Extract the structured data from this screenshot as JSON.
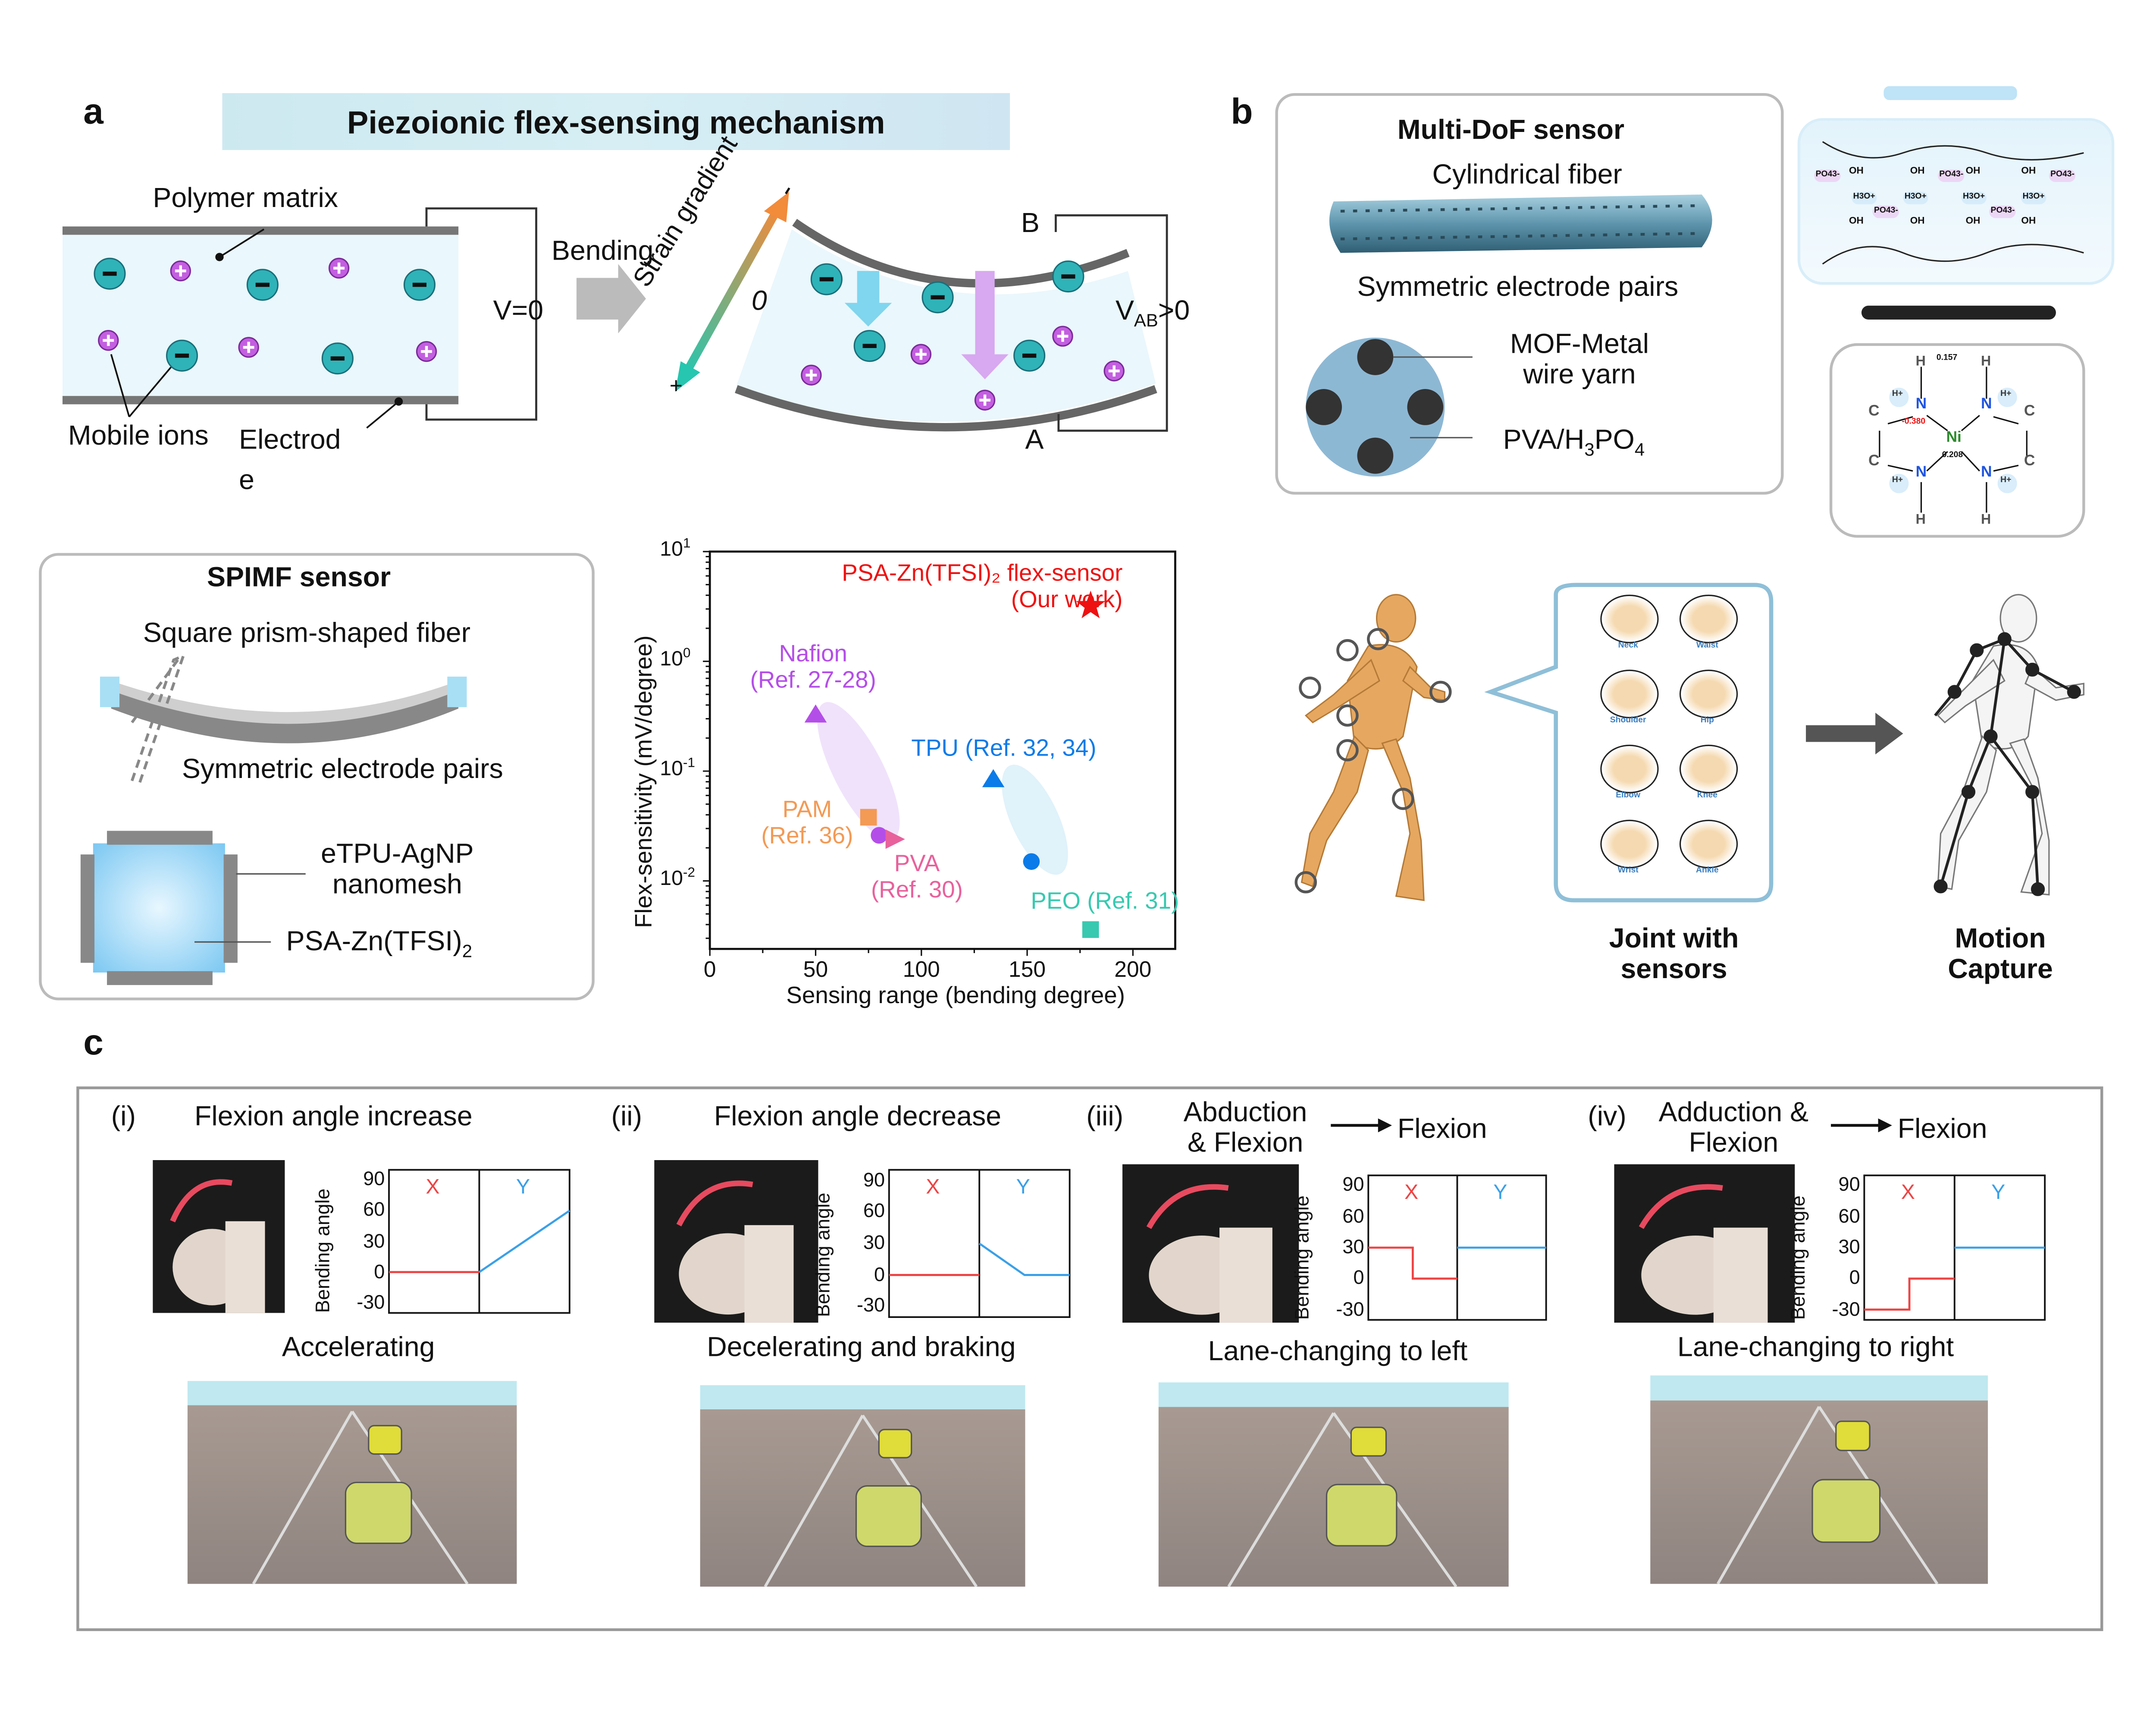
{
  "panel_labels": {
    "a": "a",
    "b": "b",
    "c": "c"
  },
  "a": {
    "title": "Piezoionic flex-sensing mechanism",
    "polymer_matrix": "Polymer matrix",
    "mobile_ions": "Mobile ions",
    "electrode": "Electrode",
    "v0": "V=0",
    "bending": "Bending",
    "strain_gradient": "Strain gradient",
    "grad_minus": "-",
    "grad_zero": "0",
    "grad_plus": "+",
    "point_b": "B",
    "point_a": "A",
    "vab": {
      "main": "V",
      "sub": "AB",
      "rest": ">0"
    },
    "ion_neg": "−",
    "ion_pos": "+",
    "spimf": {
      "title": "SPIMF sensor",
      "fiber": "Square prism-shaped fiber",
      "electrode_pairs": "Symmetric electrode pairs",
      "etpu": "eTPU-AgNP\nnanomesh",
      "etpu_line1": "eTPU-AgNP",
      "etpu_line2": "nanomesh",
      "psa": {
        "main": "PSA-Zn(TFSI)",
        "sub": "2"
      }
    }
  },
  "b": {
    "title": "Multi-DoF sensor",
    "fiber": "Cylindrical fiber",
    "electrode_pairs": "Symmetric electrode pairs",
    "mof_line1": "MOF-Metal",
    "mof_line2": "wire yarn",
    "pva": {
      "main": "PVA/H",
      "sub1": "3",
      "mid": "PO",
      "sub2": "4"
    },
    "pva_chem": {
      "oh": "OH",
      "h3o": "H3O+",
      "po4": "PO43-"
    },
    "complex": {
      "h": "H",
      "n": "N",
      "c": "C",
      "ni": "Ni",
      "hplus": "H+",
      "q1": "0.157",
      "q2": "-0.380",
      "q3": "0.208"
    },
    "joints": [
      "Neck",
      "Waist",
      "Shoulder",
      "Hip",
      "Elbow",
      "Knee",
      "Wrist",
      "Ankle"
    ],
    "joint_with_sensors": [
      "Joint with",
      "sensors"
    ],
    "motion_capture": [
      "Motion",
      "Capture"
    ]
  },
  "c": {
    "panels": [
      {
        "index": "(i)",
        "title": [
          "Flexion angle increase"
        ],
        "caption": "Accelerating"
      },
      {
        "index": "(ii)",
        "title": [
          "Flexion angle decrease"
        ],
        "caption": "Decelerating and braking"
      },
      {
        "index": "(iii)",
        "title": [
          "Abduction",
          "& Flexion"
        ],
        "arrow_to": "Flexion",
        "caption": "Lane-changing to left"
      },
      {
        "index": "(iv)",
        "title": [
          "Adduction &",
          "Flexion"
        ],
        "arrow_to": "Flexion",
        "caption": "Lane-changing to right"
      }
    ],
    "ylabel": "Bending angle",
    "yticks": [
      "90",
      "60",
      "30",
      "0",
      "-30"
    ],
    "x_label": "X",
    "y_label": "Y"
  },
  "colors": {
    "x_series": "#ee4444",
    "y_series": "#3aa0e8",
    "nafion": "#b44ee8",
    "pam": "#f39a55",
    "pva": "#e8619c",
    "tpu": "#0a7be8",
    "peo": "#38c9b0",
    "ours": "#ee1111"
  },
  "chart_data": [
    {
      "type": "scatter",
      "xlabel": "Sensing range (bending degree)",
      "ylabel": "Flex-sensitivity (mV/degree)",
      "xlim": [
        0,
        220
      ],
      "ylim": [
        0.0024,
        10
      ],
      "yscale": "log",
      "xticks": [
        "0",
        "50",
        "100",
        "150",
        "200"
      ],
      "yticks": [
        {
          "base": "10",
          "exp": "1"
        },
        {
          "base": "10",
          "exp": "0"
        },
        {
          "base": "10",
          "exp": "-1"
        },
        {
          "base": "10",
          "exp": "-2"
        }
      ],
      "points": [
        {
          "group": "nafion",
          "marker": "triangle",
          "x": 50,
          "y": 0.33
        },
        {
          "group": "nafion",
          "marker": "circle",
          "x": 80,
          "y": 0.026
        },
        {
          "group": "pam",
          "marker": "square",
          "x": 75,
          "y": 0.038
        },
        {
          "group": "pva",
          "marker": "triangle-right",
          "x": 87,
          "y": 0.024
        },
        {
          "group": "tpu",
          "marker": "triangle",
          "x": 134,
          "y": 0.085
        },
        {
          "group": "tpu",
          "marker": "circle",
          "x": 152,
          "y": 0.015
        },
        {
          "group": "peo",
          "marker": "square",
          "x": 180,
          "y": 0.0036
        },
        {
          "group": "ours",
          "marker": "star",
          "x": 180,
          "y": 3.2
        }
      ],
      "annotations": {
        "ours": [
          "PSA-Zn(TFSI)₂ flex-sensor",
          "(Our work)"
        ],
        "nafion": [
          "Nafion",
          "(Ref. 27-28)"
        ],
        "tpu": [
          "TPU (Ref. 32, 34)"
        ],
        "pam": [
          "PAM",
          "(Ref. 36)"
        ],
        "pva": [
          "PVA",
          "(Ref. 30)"
        ],
        "peo": [
          "PEO (Ref. 31)"
        ]
      }
    },
    {
      "type": "line",
      "panel": "(i)",
      "ylim": [
        -40,
        100
      ],
      "series": [
        {
          "name": "X",
          "points": [
            [
              0,
              0
            ],
            [
              1,
              0
            ]
          ]
        },
        {
          "name": "Y",
          "points": [
            [
              0,
              0
            ],
            [
              1,
              60
            ]
          ]
        }
      ]
    },
    {
      "type": "line",
      "panel": "(ii)",
      "ylim": [
        -40,
        100
      ],
      "series": [
        {
          "name": "X",
          "points": [
            [
              0,
              0
            ],
            [
              1,
              0
            ]
          ]
        },
        {
          "name": "Y",
          "points": [
            [
              0,
              30
            ],
            [
              0.5,
              0
            ],
            [
              1,
              0
            ]
          ]
        }
      ]
    },
    {
      "type": "line",
      "panel": "(iii)",
      "ylim": [
        -40,
        100
      ],
      "series": [
        {
          "name": "X",
          "points": [
            [
              0,
              30
            ],
            [
              0.5,
              30
            ],
            [
              0.5,
              0
            ],
            [
              1,
              0
            ]
          ]
        },
        {
          "name": "Y",
          "points": [
            [
              0,
              30
            ],
            [
              1,
              30
            ]
          ]
        }
      ]
    },
    {
      "type": "line",
      "panel": "(iv)",
      "ylim": [
        -40,
        100
      ],
      "series": [
        {
          "name": "X",
          "points": [
            [
              0,
              -30
            ],
            [
              0.5,
              -30
            ],
            [
              0.5,
              0
            ],
            [
              1,
              0
            ]
          ]
        },
        {
          "name": "Y",
          "points": [
            [
              0,
              30
            ],
            [
              1,
              30
            ]
          ]
        }
      ]
    }
  ]
}
